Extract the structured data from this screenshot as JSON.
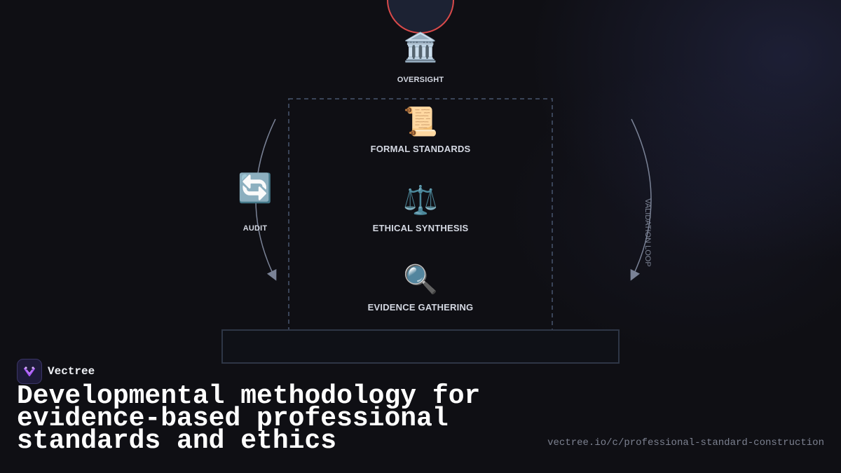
{
  "nodes": {
    "oversight": {
      "icon": "🏛️",
      "icon_name": "classical-building-icon",
      "label": "OVERSIGHT"
    },
    "formal_standards": {
      "icon": "📜",
      "icon_name": "scroll-icon",
      "label": "FORMAL STANDARDS"
    },
    "ethical_synthesis": {
      "icon": "⚖️",
      "icon_name": "balance-scale-icon",
      "label": "ETHICAL SYNTHESIS"
    },
    "evidence_gathering": {
      "icon": "🔍",
      "icon_name": "magnifying-glass-icon",
      "label": "EVIDENCE GATHERING"
    },
    "audit": {
      "icon": "🔄",
      "icon_name": "cycle-arrows-icon",
      "label": "AUDIT"
    }
  },
  "loop_label": "VALIDATION LOOP",
  "brand": {
    "name": "Vectree",
    "logo_icon": "vectree-logo-icon"
  },
  "headline": "Developmental methodology for evidence-based professional standards and ethics",
  "url": "vectree.io/c/professional-standard-construction",
  "colors": {
    "background": "#0f0f14",
    "top_circle_fill": "#1c2233",
    "top_circle_stroke": "#d94a4a",
    "dashed_frame": "#3a4458",
    "arc": "#7a8296",
    "label_text": "#d4d8e2",
    "brand_accent": "#a855f7"
  }
}
